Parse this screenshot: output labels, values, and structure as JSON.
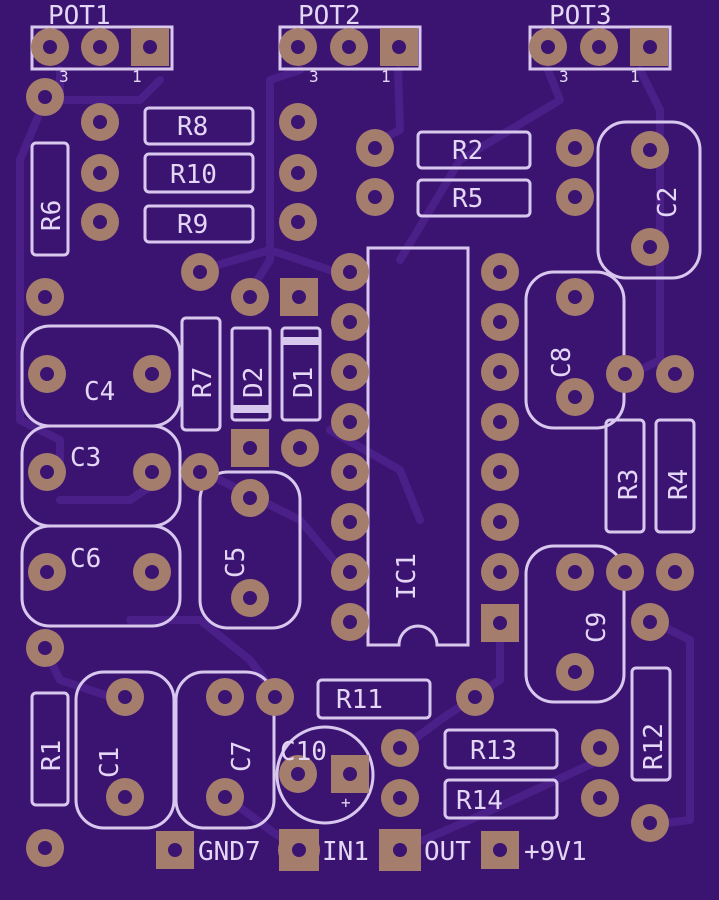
{
  "board": {
    "colors": {
      "mask": "#3b1472",
      "silk": "#d9c8ee",
      "pad": "#a57d6d",
      "trace": "#4a1f88"
    }
  },
  "labels": {
    "pot1": "POT1",
    "pot2": "POT2",
    "pot3": "POT3",
    "pin3": "3",
    "pin1": "1",
    "r1": "R1",
    "r2": "R2",
    "r3": "R3",
    "r4": "R4",
    "r5": "R5",
    "r6": "R6",
    "r7": "R7",
    "r8": "R8",
    "r9": "R9",
    "r10": "R10",
    "r11": "R11",
    "r12": "R12",
    "r13": "R13",
    "r14": "R14",
    "c1": "C1",
    "c2": "C2",
    "c3": "C3",
    "c4": "C4",
    "c5": "C5",
    "c6": "C6",
    "c7": "C7",
    "c8": "C8",
    "c9": "C9",
    "c10": "C10",
    "d1": "D1",
    "d2": "D2",
    "ic1": "IC1",
    "plus": "+",
    "gnd": "GND7",
    "in": "IN1",
    "out": "OUT",
    "v9": "+9V1"
  }
}
